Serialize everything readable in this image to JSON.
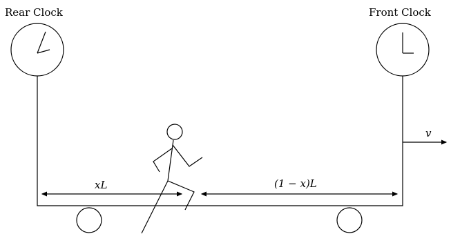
{
  "labels": {
    "rear_clock": "Rear Clock",
    "front_clock": "Front Clock",
    "velocity": "v",
    "rear_segment": "xL",
    "front_segment": "(1 − x)L"
  },
  "colors": {
    "stroke": "#000000",
    "background": "#ffffff"
  }
}
